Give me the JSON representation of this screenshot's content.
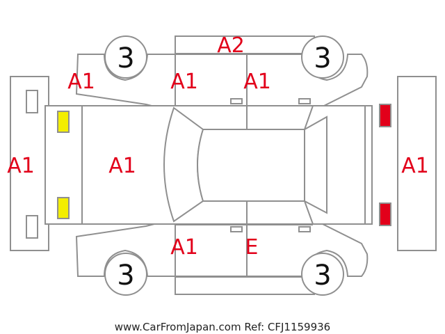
{
  "labels": {
    "roof": "A2",
    "front_fender_upper": "A1",
    "front_door_upper": "A1",
    "rear_door_upper": "A1",
    "front_bumper": "A1",
    "hood": "A1",
    "rear_bumper": "A1",
    "front_door_lower": "A1",
    "rear_door_lower": "E"
  },
  "tires": {
    "front_top": "3",
    "rear_top": "3",
    "front_bottom": "3",
    "rear_bottom": "3"
  },
  "lights": {
    "front_color": "#f3ee00",
    "rear_color": "#e2001a"
  },
  "footer": {
    "text": "www.CarFromJapan.com Ref: CFJ1159936"
  }
}
